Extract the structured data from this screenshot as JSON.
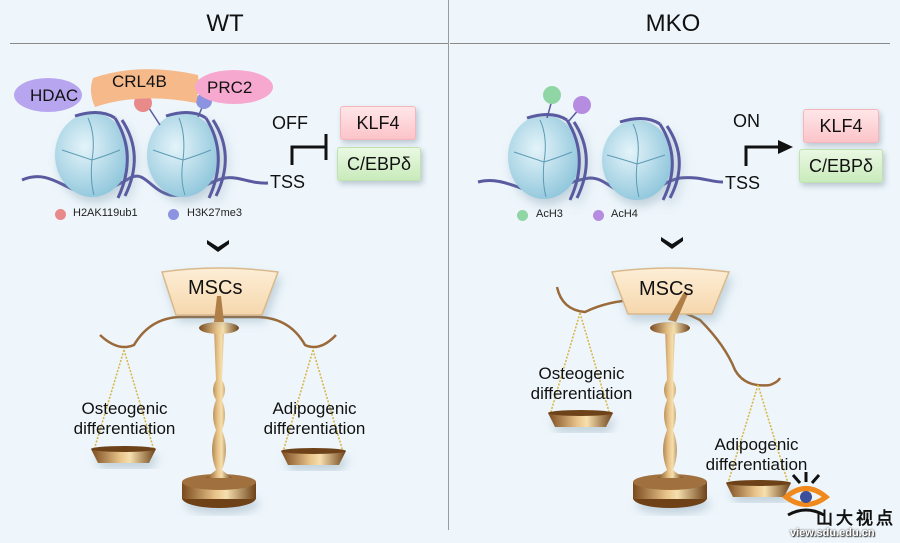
{
  "panels": {
    "wt": {
      "title": "WT",
      "complexes": [
        "HDAC",
        "CRL4B",
        "PRC2"
      ],
      "state_label": "OFF",
      "tss_label": "TSS",
      "genes": [
        "KLF4",
        "C/EBPδ"
      ],
      "legend": [
        {
          "label": "H2AK119ub1",
          "color": "#e88a8a"
        },
        {
          "label": "H3K27me3",
          "color": "#8c93e0"
        }
      ],
      "msc_label": "MSCs",
      "left_pan": "Osteogenic differentiation",
      "right_pan": "Adipogenic differentiation",
      "balance_state": "balanced"
    },
    "mko": {
      "title": "MKO",
      "state_label": "ON",
      "tss_label": "TSS",
      "genes": [
        "KLF4",
        "C/EBPδ"
      ],
      "legend": [
        {
          "label": "AcH3",
          "color": "#8fd6a4"
        },
        {
          "label": "AcH4",
          "color": "#b58ce0"
        }
      ],
      "msc_label": "MSCs",
      "left_pan": "Osteogenic differentiation",
      "right_pan": "Adipogenic differentiation",
      "balance_state": "tilted toward adipogenic"
    }
  },
  "colors": {
    "hdac": "#b7a6ef",
    "crl4b": "#f6b98a",
    "prc2": "#f6a8cf",
    "nucleosome": "#a9d6e6",
    "dna": "#5a5aa0",
    "bronze": "#8a5a2b"
  },
  "watermark": {
    "text": "山大视点",
    "url": "view.sdu.edu.cn"
  }
}
